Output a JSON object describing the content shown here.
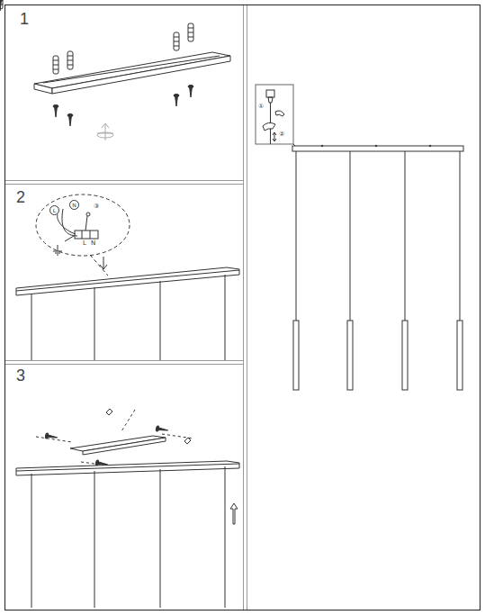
{
  "diagram": {
    "labels": [
      "1",
      "2",
      "3",
      "L",
      "N",
      "③",
      "L",
      "N",
      "①",
      "②"
    ]
  }
}
